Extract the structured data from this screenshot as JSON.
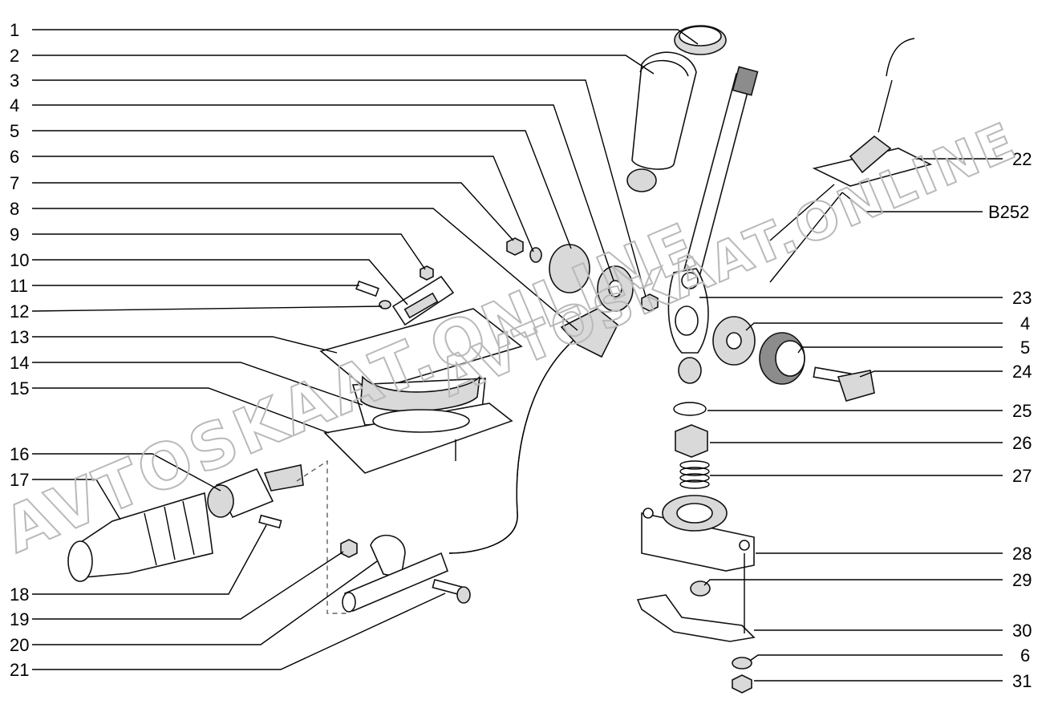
{
  "watermark": {
    "line1": "AVTOSKAAT.ONLINE",
    "line2": "AVTOSKAAT.ONLINE"
  },
  "callouts_left": [
    "1",
    "2",
    "3",
    "4",
    "5",
    "6",
    "7",
    "8",
    "9",
    "10",
    "11",
    "12",
    "13",
    "14",
    "15",
    "16",
    "17",
    "18",
    "19",
    "20",
    "21"
  ],
  "callouts_right": [
    "22",
    "B252",
    "23",
    "4",
    "5",
    "24",
    "25",
    "26",
    "27",
    "28",
    "29",
    "30",
    "6",
    "31"
  ]
}
